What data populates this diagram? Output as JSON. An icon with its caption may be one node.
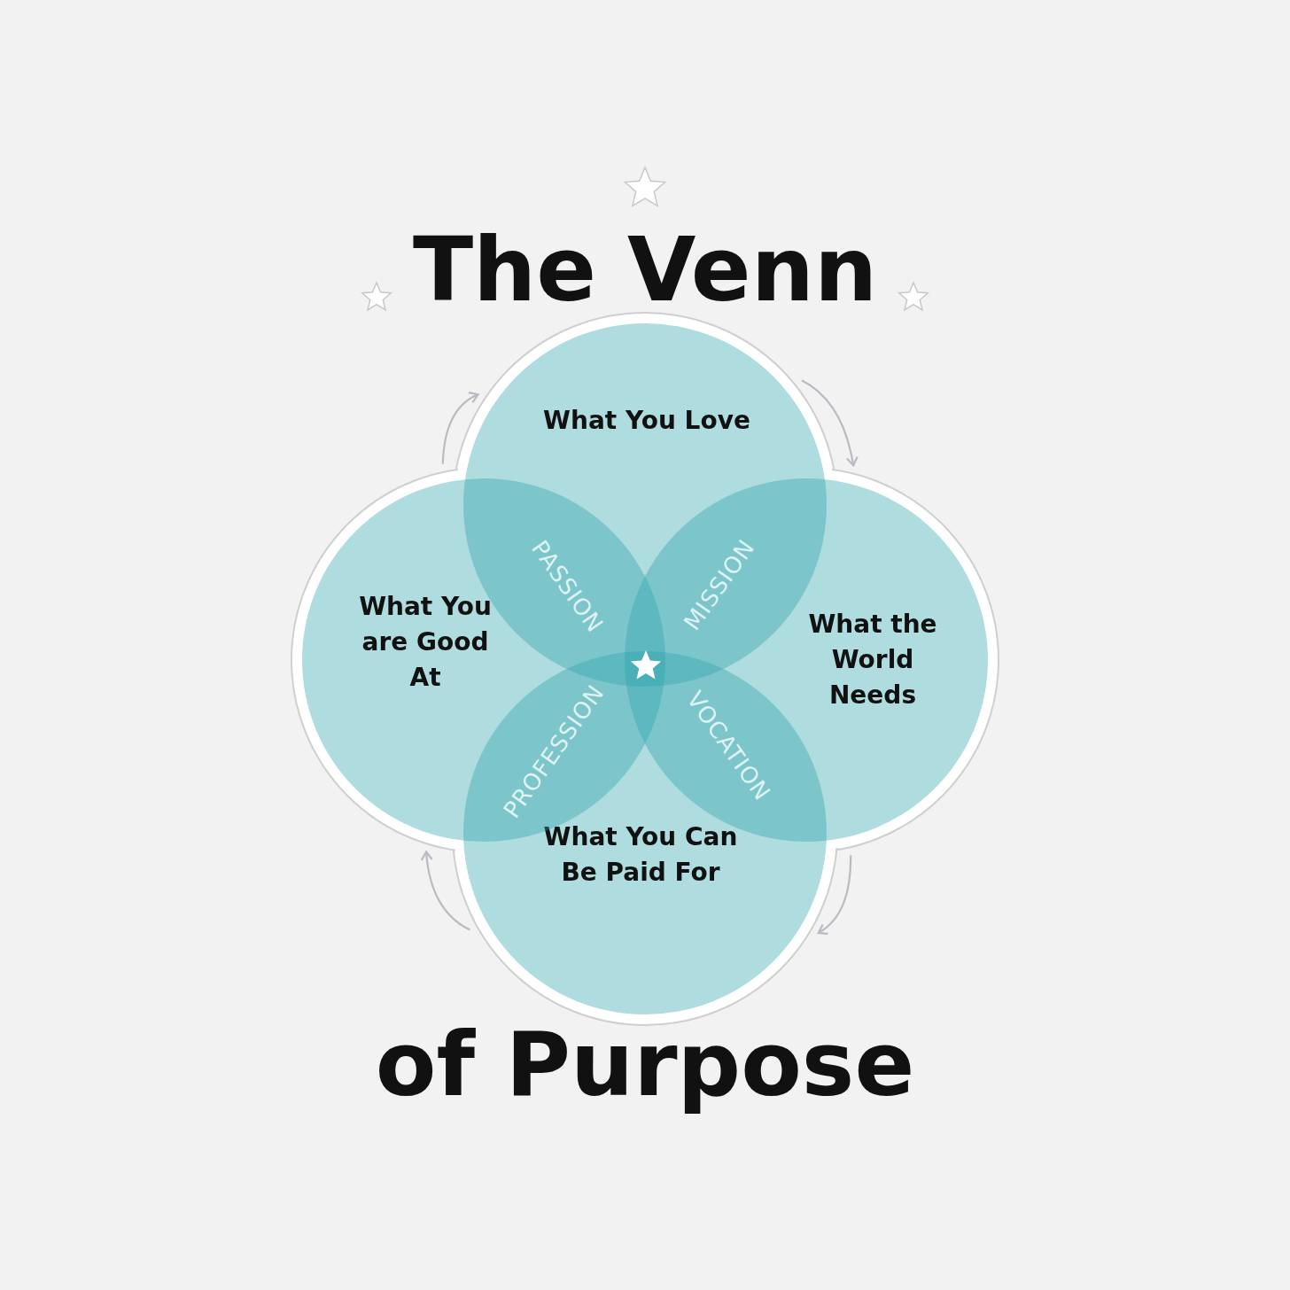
{
  "diagram": {
    "title": "The Venn",
    "caption": "of Purpose",
    "nodes": [
      {
        "text": [
          "What You Love"
        ]
      },
      {
        "text": [
          "What the World Needs"
        ]
      },
      {
        "text": [
          "What You Can Be Paid For"
        ]
      },
      {
        "text": [
          "What You are Good At"
        ]
      }
    ],
    "edges": [
      {
        "from": 3,
        "to": 0,
        "arrow": "to"
      },
      {
        "from": 0,
        "to": 1,
        "arrow": "to"
      },
      {
        "from": 1,
        "to": 2,
        "arrow": "to"
      },
      {
        "from": 2,
        "to": 3,
        "arrow": "to"
      }
    ],
    "labels": [
      "PASSION",
      "MISSION",
      "PROFESSION",
      "VOCATION"
    ]
  }
}
